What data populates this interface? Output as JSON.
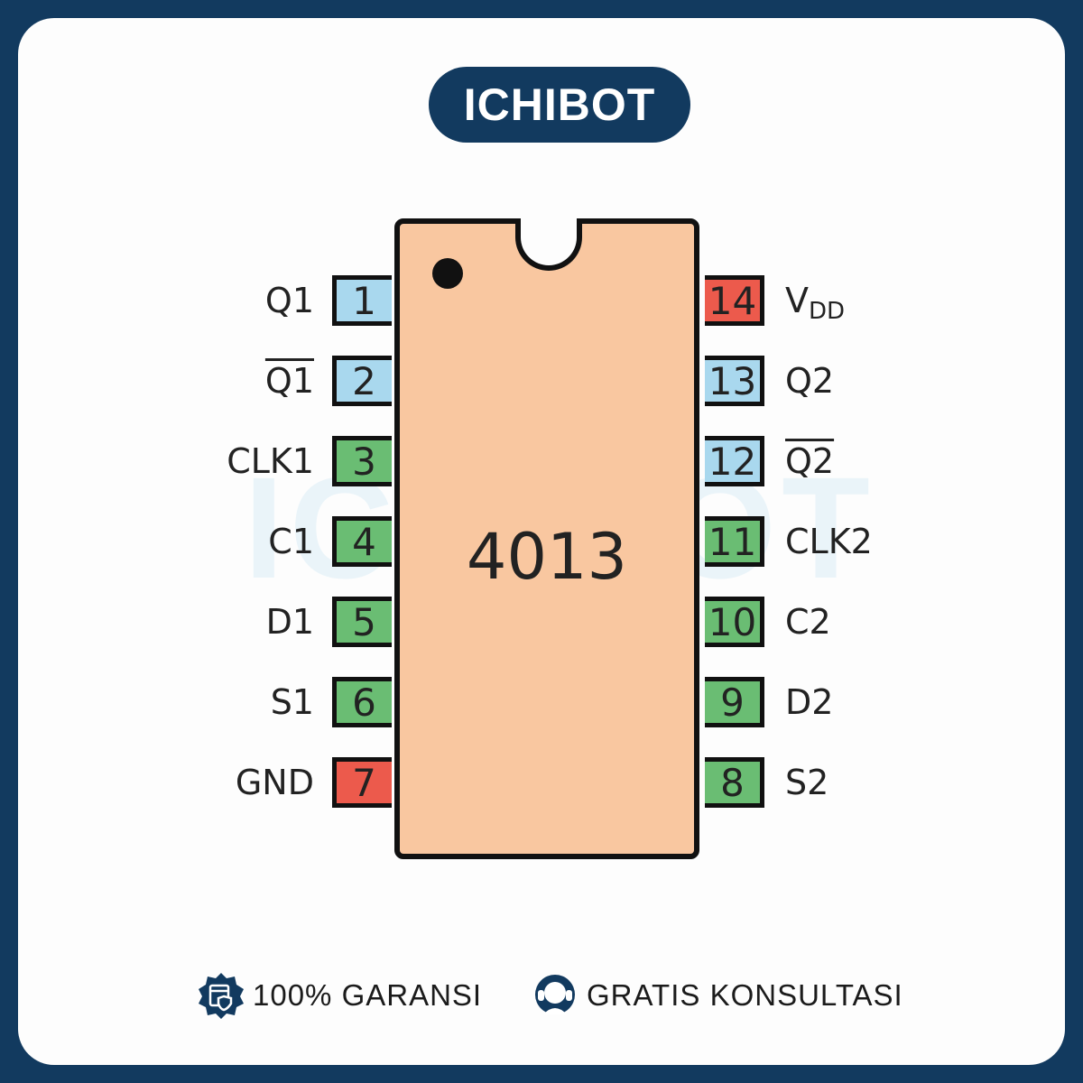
{
  "brand": "ICHIBOT",
  "watermark": "ICHIBOT",
  "chip": {
    "label": "4013"
  },
  "pins_left": [
    {
      "num": "1",
      "label": "Q1",
      "overline": false,
      "color": "#a9d8ee"
    },
    {
      "num": "2",
      "label": "Q1",
      "overline": true,
      "color": "#a9d8ee"
    },
    {
      "num": "3",
      "label": "CLK1",
      "overline": false,
      "color": "#6abd73"
    },
    {
      "num": "4",
      "label": "C1",
      "overline": false,
      "color": "#6abd73"
    },
    {
      "num": "5",
      "label": "D1",
      "overline": false,
      "color": "#6abd73"
    },
    {
      "num": "6",
      "label": "S1",
      "overline": false,
      "color": "#6abd73"
    },
    {
      "num": "7",
      "label": "GND",
      "overline": false,
      "color": "#ec5a4c"
    }
  ],
  "pins_right": [
    {
      "num": "14",
      "label": "V",
      "sub": "DD",
      "overline": false,
      "color": "#ec5a4c"
    },
    {
      "num": "13",
      "label": "Q2",
      "overline": false,
      "color": "#a9d8ee"
    },
    {
      "num": "12",
      "label": "Q2",
      "overline": true,
      "color": "#a9d8ee"
    },
    {
      "num": "11",
      "label": "CLK2",
      "overline": false,
      "color": "#6abd73"
    },
    {
      "num": "10",
      "label": "C2",
      "overline": false,
      "color": "#6abd73"
    },
    {
      "num": "9",
      "label": "D2",
      "overline": false,
      "color": "#6abd73"
    },
    {
      "num": "8",
      "label": "S2",
      "overline": false,
      "color": "#6abd73"
    }
  ],
  "footer": {
    "guarantee": {
      "text": "100% GARANSI",
      "icon": "shield-badge-icon"
    },
    "consult": {
      "text": "GRATIS KONSULTASI",
      "icon": "headset-agent-icon"
    }
  }
}
